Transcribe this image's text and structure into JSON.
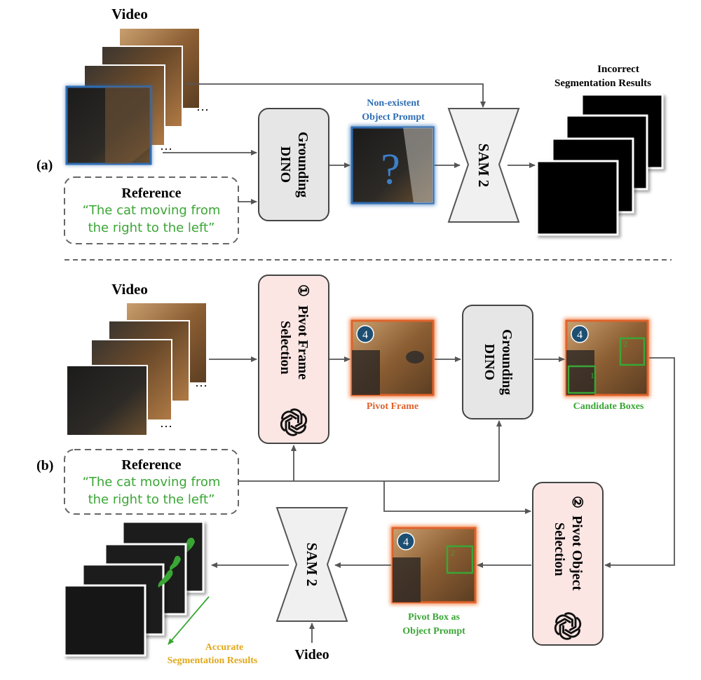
{
  "panel_a": {
    "label": "(a)",
    "video_title": "Video",
    "ellipsis": "…",
    "reference_title": "Reference",
    "reference_line1": "“The cat moving from",
    "reference_line2": "the right to the left”",
    "grounding_line1": "Grounding",
    "grounding_line2": "DINO",
    "prompt_caption1": "Non-existent",
    "prompt_caption2": "Object Prompt",
    "question_mark": "?",
    "sam": "SAM 2",
    "result_caption1": "Incorrect",
    "result_caption2": "Segmentation Results"
  },
  "panel_b": {
    "label": "(b)",
    "video_title": "Video",
    "ellipsis": "…",
    "reference_title": "Reference",
    "reference_line1": "“The cat moving from",
    "reference_line2": "the right to the left”",
    "step1_num": "①",
    "step1_line1": "Pivot Frame",
    "step1_line2": "Selection",
    "pivot_frame_caption": "Pivot Frame",
    "frame_number": "4",
    "grounding_line1": "Grounding",
    "grounding_line2": "DINO",
    "candidate_caption": "Candidate Boxes",
    "box1_label": "1",
    "box2_label": "2",
    "step2_num": "②",
    "step2_line1": "Pivot Object",
    "step2_line2": "Selection",
    "pivot_box_caption1": "Pivot Box as",
    "pivot_box_caption2": "Object Prompt",
    "sam": "SAM 2",
    "video_input": "Video",
    "result_caption1": "Accurate",
    "result_caption2": "Segmentation Results"
  },
  "colors": {
    "green_text": "#3aa635",
    "blue_border": "#2f6db3",
    "orange_glow": "#f07b3a",
    "pink_box": "#fbe6e4",
    "gray_box": "#e6e6e6",
    "gold_text": "#e0a81a",
    "arrow": "#555555"
  },
  "icons": [
    "openai-logo-icon",
    "question-mark-icon",
    "frame-number-badge-icon"
  ]
}
